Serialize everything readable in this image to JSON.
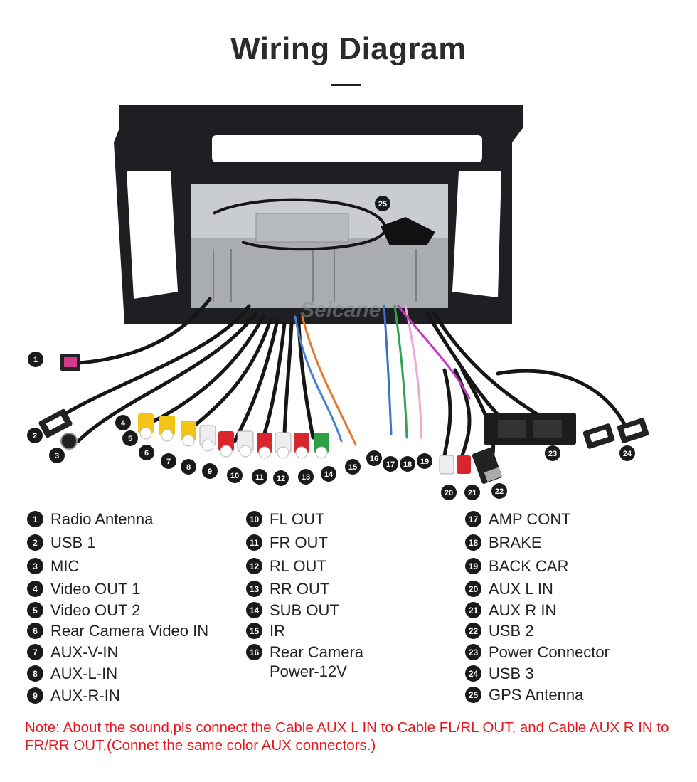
{
  "title": "Wiring Diagram",
  "watermark": "Seicane",
  "legend": [
    {
      "num": "1",
      "label": "Radio Antenna"
    },
    {
      "num": "2",
      "label": "USB 1"
    },
    {
      "num": "3",
      "label": "MIC"
    },
    {
      "num": "4",
      "label": "Video OUT 1"
    },
    {
      "num": "5",
      "label": "Video OUT 2"
    },
    {
      "num": "6",
      "label": "Rear Camera Video IN"
    },
    {
      "num": "7",
      "label": "AUX-V-IN"
    },
    {
      "num": "8",
      "label": "AUX-L-IN"
    },
    {
      "num": "9",
      "label": "AUX-R-IN"
    },
    {
      "num": "10",
      "label": "FL OUT"
    },
    {
      "num": "11",
      "label": "FR OUT"
    },
    {
      "num": "12",
      "label": "RL OUT"
    },
    {
      "num": "13",
      "label": "RR OUT"
    },
    {
      "num": "14",
      "label": "SUB OUT"
    },
    {
      "num": "15",
      "label": "IR"
    },
    {
      "num": "16",
      "label": "Rear Camera\nPower-12V"
    },
    {
      "num": "17",
      "label": "AMP CONT"
    },
    {
      "num": "18",
      "label": "BRAKE"
    },
    {
      "num": "19",
      "label": "BACK CAR"
    },
    {
      "num": "20",
      "label": "AUX L IN"
    },
    {
      "num": "21",
      "label": "AUX R IN"
    },
    {
      "num": "22",
      "label": "USB 2"
    },
    {
      "num": "23",
      "label": "Power Connector"
    },
    {
      "num": "24",
      "label": "USB 3"
    },
    {
      "num": "25",
      "label": "GPS Antenna"
    }
  ],
  "note": "Note: About the sound,pls connect the Cable AUX L IN to Cable FL/RL OUT, and Cable AUX R IN to  FR/RR OUT.(Connet the same color AUX connectors.)",
  "colors": {
    "note_red": "#e8141b",
    "frame": "#1f1f23",
    "rca_yellow": "#f3c316",
    "rca_red": "#d9262c",
    "rca_white": "#eeeeee",
    "rca_green": "#2e9e47"
  }
}
